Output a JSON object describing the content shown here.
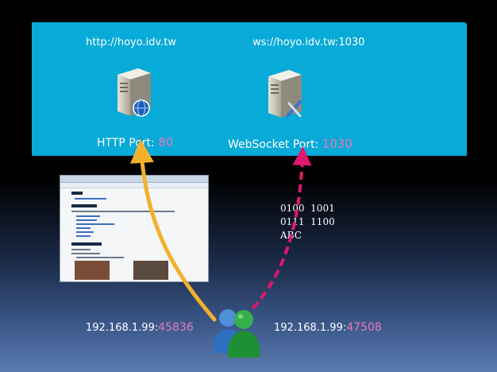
{
  "http_server": {
    "url": "http://hoyo.idv.tw",
    "port_label": "HTTP Port: ",
    "port": "80"
  },
  "ws_server": {
    "url": "ws://hoyo.idv.tw:1030",
    "port_label": "WebSocket Port: ",
    "port": "1030"
  },
  "binary_payload": "0100  1001\n0111  1100\nABC",
  "client": {
    "ip_left": "192.168.1.99:",
    "port_left": "45836",
    "ip_right": "192.168.1.99:",
    "port_right": "47508"
  },
  "colors": {
    "panel": "#08aad8",
    "http_arrow": "#f2b12b",
    "ws_arrow": "#e0186f",
    "port_highlight": "#e879b8"
  },
  "icons": {
    "http_server": "server-globe-icon",
    "ws_server": "server-tools-icon",
    "client": "users-icon"
  }
}
